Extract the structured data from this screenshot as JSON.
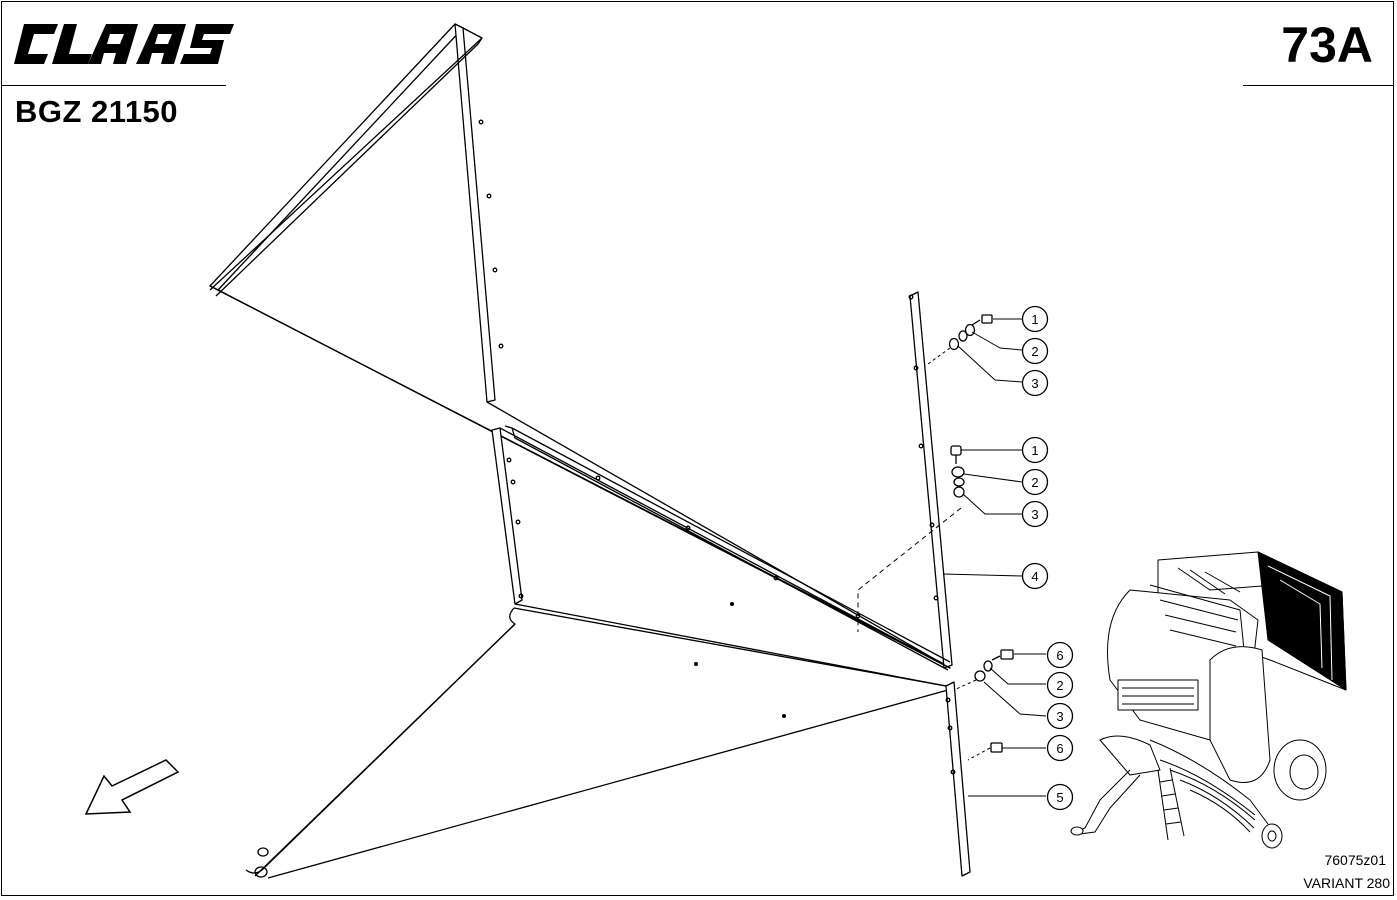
{
  "header": {
    "brand": "CLAAS",
    "code": "BGZ 21150",
    "page": "73A"
  },
  "footer": {
    "drawing_number": "76075z01",
    "variant": "VARIANT 280"
  },
  "callouts": {
    "top_1": "1",
    "top_2": "2",
    "top_3": "3",
    "mid_1": "1",
    "mid_2": "2",
    "mid_3": "3",
    "part_4": "4",
    "low_6a": "6",
    "low_2": "2",
    "low_3": "3",
    "low_6b": "6",
    "part_5": "5"
  },
  "icons": {
    "direction": "arrow-down-left-icon"
  }
}
